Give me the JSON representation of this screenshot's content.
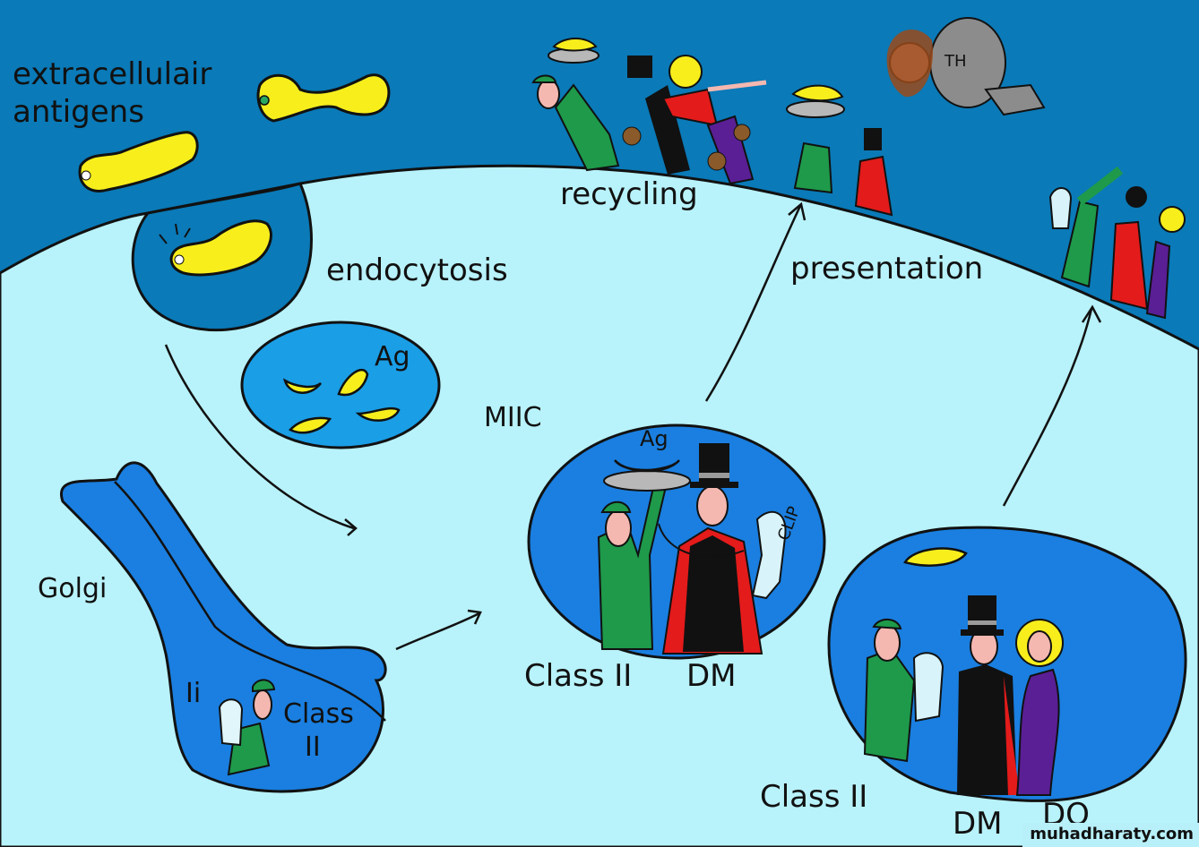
{
  "title": "MHC class II antigen presentation pathway (cartoon)",
  "colors": {
    "extracellular": "#0a7ab8",
    "cytoplasm": "#b8f2fa",
    "vesicle": "#1a7fe0",
    "antigen": "#f7ee1c",
    "class_ii": "#1e9a4a",
    "dm": "#111111",
    "dm_cape": "#e41b1b",
    "do": "#5a1f95",
    "th_cell": "#8c8c8c"
  },
  "labels": {
    "extracellular_antigens_line1": "extracellulair",
    "extracellular_antigens_line2": "antigens",
    "endocytosis": "endocytosis",
    "recycling": "recycling",
    "presentation": "presentation",
    "ag_endosome": "Ag",
    "miic": "MIIC",
    "ag_miic": "Ag",
    "clip": "CLIP",
    "golgi": "Golgi",
    "ii": "Ii",
    "class_ii_golgi_line1": "Class",
    "class_ii_golgi_line2": "II",
    "class_ii_miic": "Class II",
    "dm_miic": "DM",
    "class_ii_late": "Class II",
    "dm_late": "DM",
    "do_late": "DO",
    "th": "TH"
  },
  "characters": {
    "class_ii": "Class II molecule (green-coat man with cap)",
    "dm": "DM (man in top hat and cape)",
    "do": "DO (blonde woman in purple dress)",
    "th": "T helper cell (bearded man with TH backpack)"
  },
  "watermark": "muhadharaty.com"
}
